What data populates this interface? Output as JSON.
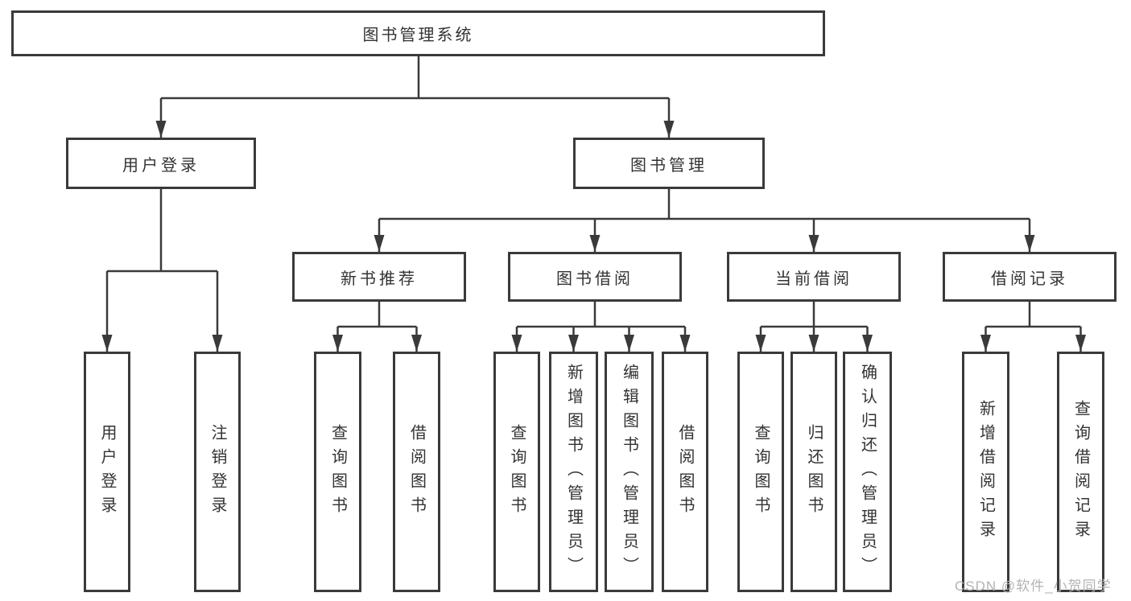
{
  "tree": {
    "label": "图书管理系统",
    "children": [
      {
        "label": "用户登录",
        "children": [
          {
            "label": "用户登录"
          },
          {
            "label": "注销登录"
          }
        ]
      },
      {
        "label": "图书管理",
        "children": [
          {
            "label": "新书推荐",
            "children": [
              {
                "label": "查询图书"
              },
              {
                "label": "借阅图书"
              }
            ]
          },
          {
            "label": "图书借阅",
            "children": [
              {
                "label": "查询图书"
              },
              {
                "label": "新增图书（管理员）"
              },
              {
                "label": "编辑图书（管理员）"
              },
              {
                "label": "借阅图书"
              }
            ]
          },
          {
            "label": "当前借阅",
            "children": [
              {
                "label": "查询图书"
              },
              {
                "label": "归还图书"
              },
              {
                "label": "确认归还（管理员）"
              }
            ]
          },
          {
            "label": "借阅记录",
            "children": [
              {
                "label": "新增借阅记录"
              },
              {
                "label": "查询借阅记录"
              }
            ]
          }
        ]
      }
    ]
  },
  "watermark": {
    "text": "CSDN @软件_小贺同学",
    "color": "#b3b3b3"
  },
  "colors": {
    "line": "#3a3a3a",
    "box_background": "#ffffff",
    "text": "#333333"
  }
}
